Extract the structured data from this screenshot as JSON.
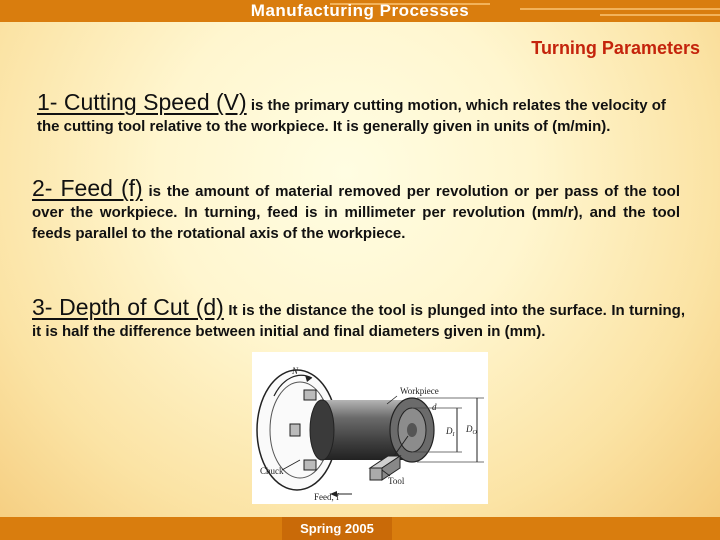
{
  "header": {
    "title": "Manufacturing Processes"
  },
  "slide": {
    "subtitle": "Turning Parameters"
  },
  "items": [
    {
      "heading": "1- Cutting Speed (V)",
      "text": "is the primary cutting motion, which relates the velocity of the cutting tool relative to the workpiece. It is generally given in units of (m/min)."
    },
    {
      "heading": "2- Feed (f)",
      "text": "is the amount of material removed per revolution or per pass of the tool over the workpiece. In turning, feed is in millimeter per revolution (mm/r), and the tool feeds parallel to the rotational axis of the workpiece."
    },
    {
      "heading": "3- Depth of Cut (d)",
      "text": "It is the distance the tool is plunged into the surface. In turning, it is half the difference between initial and final diameters given in (mm)."
    }
  ],
  "figure": {
    "labels": {
      "workpiece": "Workpiece",
      "chuck": "Chuck",
      "tool": "Tool",
      "feed": "Feed, f",
      "n": "N",
      "d": "d",
      "di": "D",
      "di_sub": "I",
      "do": "D",
      "do_sub": "O"
    }
  },
  "footer": {
    "label": "Spring 2005"
  },
  "colors": {
    "header_bar": "#d97d0e",
    "subtitle": "#c4240c",
    "text": "#111111"
  }
}
